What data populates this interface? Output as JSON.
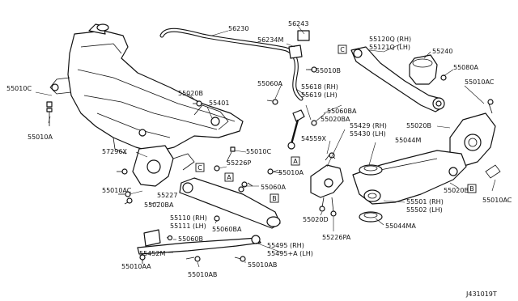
{
  "diagram_id": "J431019T",
  "callout_letters": {
    "a": "A",
    "b": "B",
    "c": "C"
  },
  "labels": {
    "p56230": "56230",
    "p56243": "56243",
    "p56234m": "56234M",
    "p55010b": "55010B",
    "p55120q": "55120Q (RH)",
    "p55121q": "55121Q (LH)",
    "p55240": "55240",
    "p55080a": "55080A",
    "p55010c": "55010C",
    "p55010a_tl": "55010A",
    "p55020b_1": "55020B",
    "p55401": "55401",
    "p55060a_1": "55060A",
    "p55618": "55618 (RH)",
    "p55619": "55619 (LH)",
    "p55060ba": "55060BA",
    "p55020ba": "55020BA",
    "p55010ac_r": "55010AC",
    "p55020b_2": "55020B",
    "p57296x": "57296X",
    "p55010ac_l": "55010AC",
    "p55010c_2": "55010C",
    "p55226p": "55226P",
    "p55010a_2": "55010A",
    "p54559x": "54559X",
    "p55429": "55429 (RH)",
    "p55430": "55430 (LH)",
    "p55044m": "55044M",
    "p55227": "55227",
    "p55020ba_2": "55020BA",
    "p55060a_2": "55060A",
    "p55110": "55110 (RH)",
    "p55111": "55111 (LH)",
    "p55060ba_2": "55060BA",
    "p55060b": "55060B",
    "p55452m": "55452M",
    "p55020d": "55020D",
    "p55226pa": "55226PA",
    "p55044ma": "55044MA",
    "p55501": "55501 (RH)",
    "p55502": "55502 (LH)",
    "p55020b_3": "55020B",
    "p55010ac_3": "55010AC",
    "p55495": "55495 (RH)",
    "p55495a": "55495+A (LH)",
    "p55010aa": "55010AA",
    "p55010ab_1": "55010AB",
    "p55010ab_2": "55010AB"
  }
}
